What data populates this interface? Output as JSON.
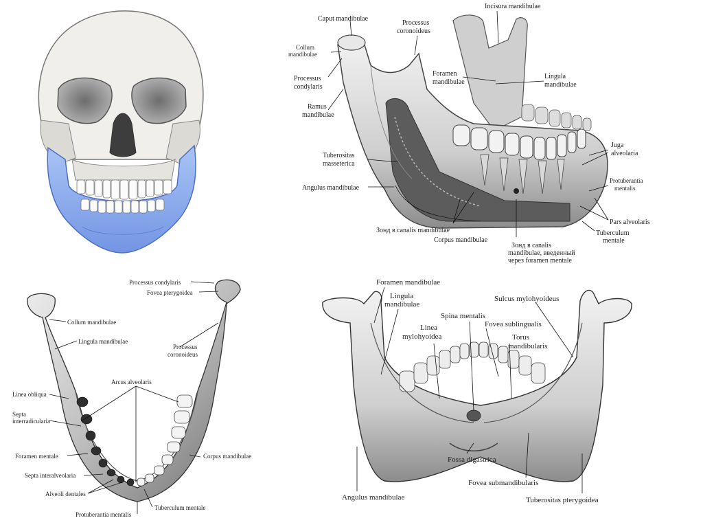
{
  "colors": {
    "background": "#ffffff",
    "bone": "#e9e9e9",
    "bone_shade": "#9a9a9a",
    "bone_dark": "#4a4a4a",
    "skull": "#f0efec",
    "mandible_highlight": "#8fb0ef",
    "label_text": "#222222"
  },
  "panel_top_left": {
    "icon": "skull-frontal-view-icon"
  },
  "panel_top_right": {
    "labels": {
      "caput": "Caput mandibulae",
      "processus_coronoideus_1": "Processus",
      "processus_coronoideus_2": "coronoideus",
      "incisura": "Incisura mandibulae",
      "collum_1": "Collum",
      "collum_2": "mandibulae",
      "processus_condylaris_1": "Processus",
      "processus_condylaris_2": "condylaris",
      "foramen_1": "Foramen",
      "foramen_2": "mandibulae",
      "lingula_1": "Lingula",
      "lingula_2": "mandibulae",
      "ramus_1": "Ramus",
      "ramus_2": "mandibulae",
      "juga_1": "Juga",
      "juga_2": "alveolaria",
      "tuberositas_1": "Tuberositas",
      "tuberositas_2": "masseterica",
      "angulus": "Angulus mandibulae",
      "protuberantia_1": "Protuberantia",
      "protuberantia_2": "mentalis",
      "pars_alveolaris": "Pars alveolaris",
      "zond_canalis": "Зонд в canalis mandibulae",
      "tuberculum_1": "Tuberculum",
      "tuberculum_2": "mentale",
      "corpus": "Corpus mandibulae",
      "zond2_1": "Зонд в canalis",
      "zond2_2": "mandibulae, введенный",
      "zond2_3": "через foramen mentale"
    }
  },
  "panel_bottom_left": {
    "labels": {
      "processus_condylaris": "Processus condylaris",
      "fovea_pterygoidea": "Fovea pterygoidea",
      "collum": "Collum mandibulae",
      "lingula": "Lingula mandibulae",
      "processus_coronoideus_1": "Processus",
      "processus_coronoideus_2": "coronoideus",
      "arcus_alveolaris": "Arcus alveolaris",
      "linea_obliqua": "Linea obliqua",
      "septa_1": "Septa",
      "septa_2": "interradicularia",
      "foramen_mentale": "Foramen mentale",
      "corpus": "Corpus mandibulae",
      "septa_interalveolaria": "Septa interalveolaria",
      "alveoli": "Alveoli dentales",
      "tuberculum": "Tuberculum mentale",
      "protuberantia": "Protuberantia mentalis"
    }
  },
  "panel_bottom_right": {
    "labels": {
      "foramen": "Foramen mandibulae",
      "lingula_1": "Lingula",
      "lingula_2": "mandibulae",
      "sulcus": "Sulcus mylohyoideus",
      "spina": "Spina mentalis",
      "linea_1": "Linea",
      "linea_2": "mylohyoidea",
      "fovea_sublingualis": "Fovea sublingualis",
      "torus_1": "Torus",
      "torus_2": "mandibularis",
      "fossa": "Fossa digastrica",
      "fovea_submandibularis": "Fovea submandibularis",
      "angulus": "Angulus mandibulae",
      "tuberositas": "Tuberositas pterygoidea"
    }
  }
}
